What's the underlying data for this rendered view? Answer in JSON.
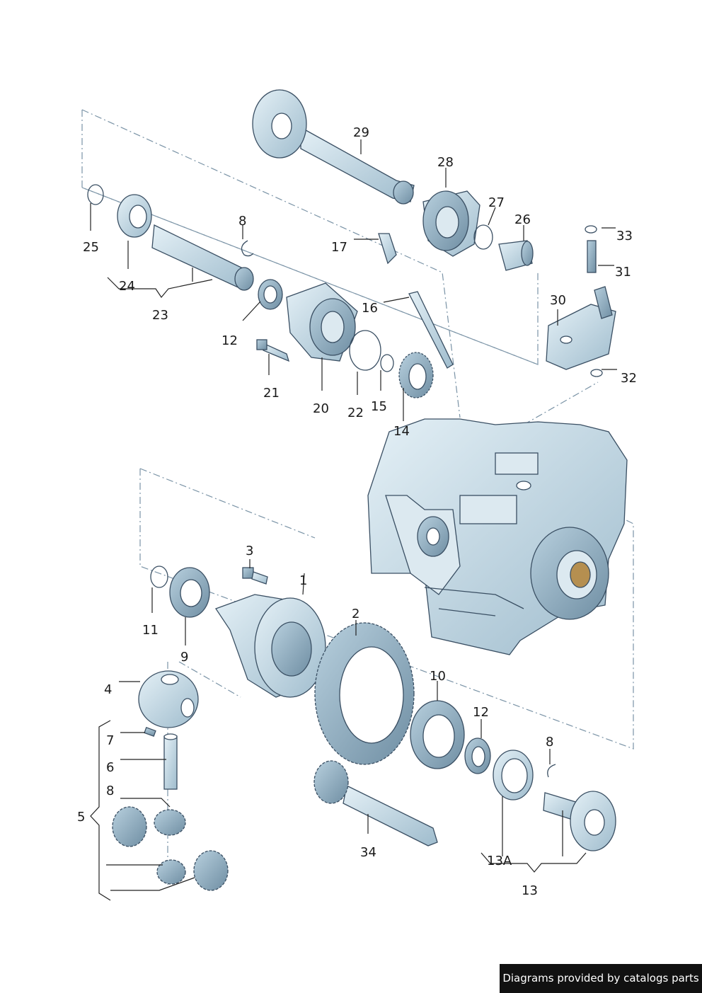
{
  "credit": "Diagrams provided by catalogs parts",
  "labels": {
    "l1": "1",
    "l2": "2",
    "l3": "3",
    "l4": "4",
    "l5": "5",
    "l6": "6",
    "l7": "7",
    "l8a": "8",
    "l8b": "8",
    "l8c": "8",
    "l9": "9",
    "l10": "10",
    "l11": "11",
    "l12a": "12",
    "l12b": "12",
    "l13": "13",
    "l13a": "13A",
    "l14": "14",
    "l15": "15",
    "l16": "16",
    "l17": "17",
    "l20": "20",
    "l21": "21",
    "l22": "22",
    "l23": "23",
    "l24": "24",
    "l25": "25",
    "l26": "26",
    "l27": "27",
    "l28": "28",
    "l29": "29",
    "l30": "30",
    "l31": "31",
    "l32": "32",
    "l33": "33",
    "l34": "34"
  },
  "colors": {
    "part_fill": "#c9dde8",
    "part_shade": "#9fbccd",
    "outline": "#3a4f63"
  }
}
